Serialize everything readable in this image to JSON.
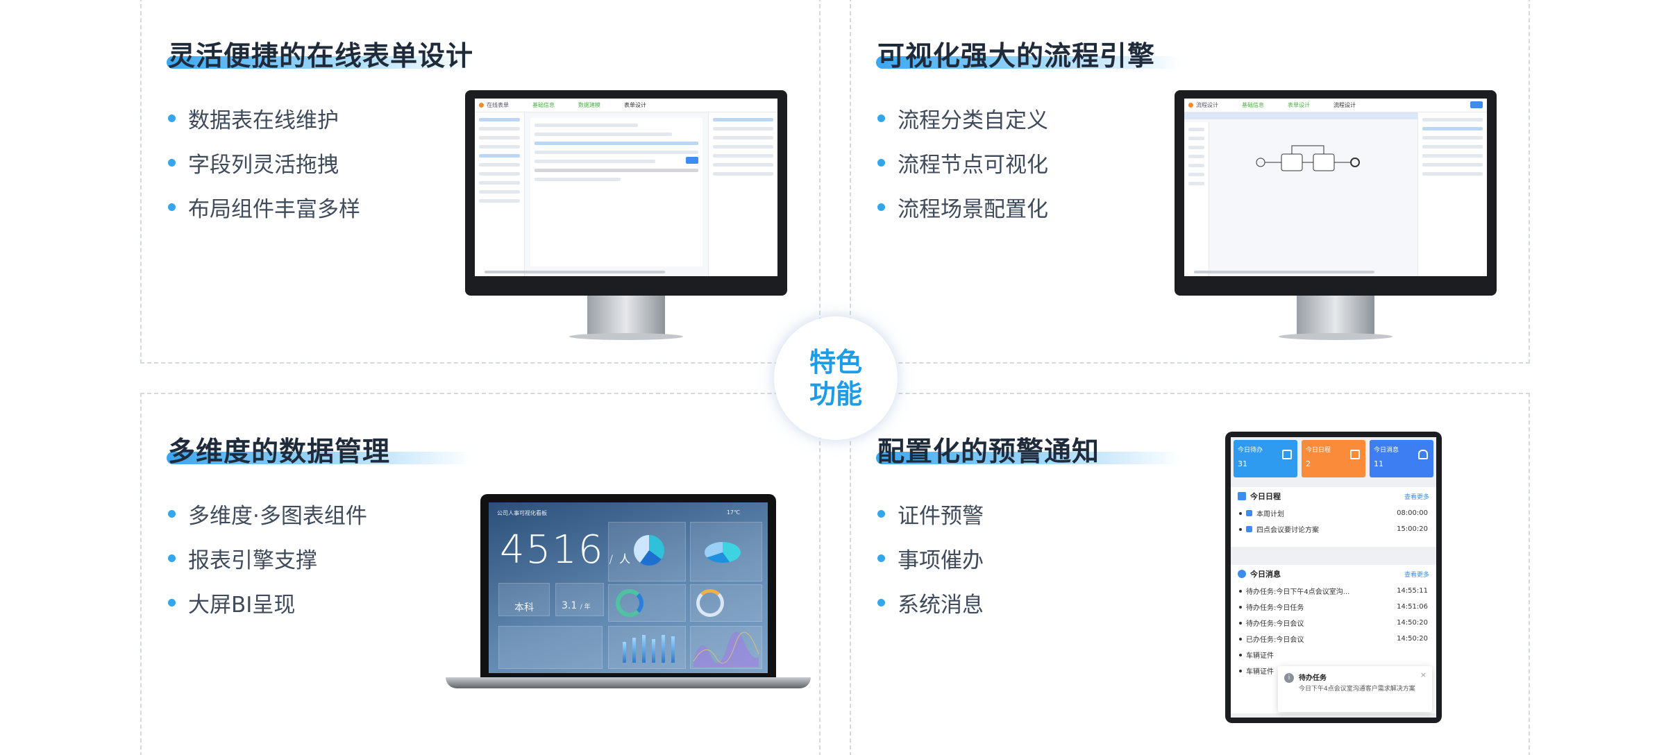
{
  "center": {
    "line1": "特色",
    "line2": "功能"
  },
  "sections": [
    {
      "title": "灵活便捷的在线表单设计",
      "bullets": [
        "数据表在线维护",
        "字段列灵活拖拽",
        "布局组件丰富多样"
      ]
    },
    {
      "title": "可视化强大的流程引擎",
      "bullets": [
        "流程分类自定义",
        "流程节点可视化",
        "流程场景配置化"
      ]
    },
    {
      "title": "多维度的数据管理",
      "bullets": [
        "多维度·多图表组件",
        "报表引擎支撑",
        "大屏BI呈现"
      ]
    },
    {
      "title": "配置化的预警通知",
      "bullets": [
        "证件预警",
        "事项催办",
        "系统消息"
      ]
    }
  ],
  "screens": {
    "form_designer": {
      "app_title": "在线表单",
      "steps": [
        "基础信息",
        "数据建模",
        "表单设计"
      ]
    },
    "flow_designer": {
      "app_title": "流程设计",
      "steps": [
        "基础信息",
        "表单设计",
        "流程设计"
      ]
    },
    "dashboard": {
      "title": "公司人事可视化看板",
      "big_number": "4516",
      "unit": "人",
      "edu": "本科",
      "ratio": "3.1",
      "ratio_unit": "/ 年",
      "temp": "17℃"
    }
  },
  "phone": {
    "cards": [
      {
        "label": "今日待办",
        "value": "31",
        "color": "#2f9bf0"
      },
      {
        "label": "今日日程",
        "value": "2",
        "color": "#f98b3b"
      },
      {
        "label": "今日消息",
        "value": "11",
        "color": "#3d7ff2"
      }
    ],
    "schedule": {
      "title": "今日日程",
      "more": "查看更多",
      "items": [
        {
          "text": "本周计划",
          "time": "08:00:00"
        },
        {
          "text": "四点会议要讨论方案",
          "time": "15:00:20"
        }
      ]
    },
    "messages": {
      "title": "今日消息",
      "more": "查看更多",
      "items": [
        {
          "text": "待办任务:今日下午4点会议室沟...",
          "time": "14:55:11"
        },
        {
          "text": "待办任务:今日任务",
          "time": "14:51:06"
        },
        {
          "text": "待办任务:今日会议",
          "time": "14:50:20"
        },
        {
          "text": "已办任务:今日会议",
          "time": "14:50:20"
        },
        {
          "text": "车辆证件",
          "time": ""
        },
        {
          "text": "车辆证件",
          "time": ""
        }
      ]
    },
    "toast": {
      "title": "待办任务",
      "body": "今日下午4点会议室沟通客户需求解决方案",
      "close": "×"
    }
  }
}
